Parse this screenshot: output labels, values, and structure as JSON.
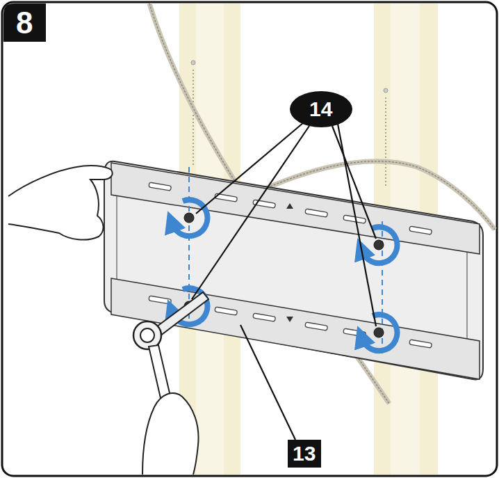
{
  "diagram": {
    "labels": [
      "8",
      "14",
      "13"
    ]
  }
}
